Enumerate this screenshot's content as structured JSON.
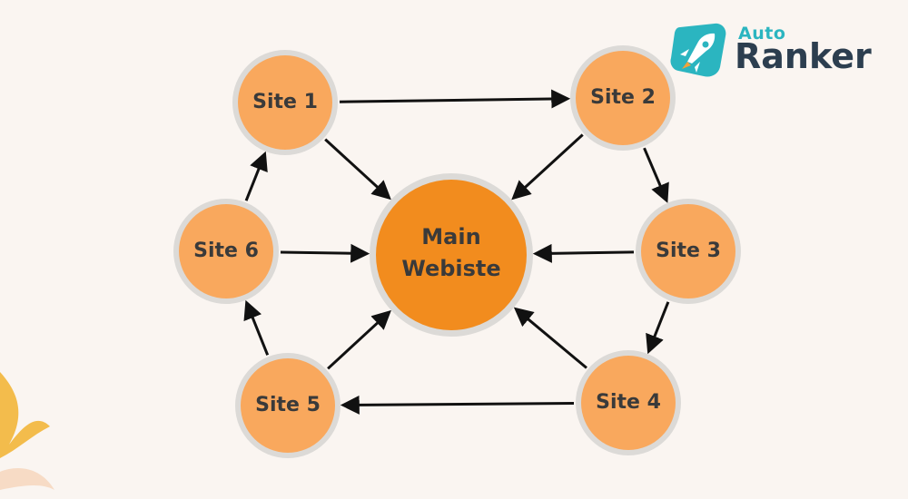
{
  "brand": {
    "small_text": "Auto",
    "large_text": "Ranker",
    "colors": {
      "teal": "#2bb5c0",
      "dark": "#2c3e4f"
    },
    "icon": "rocket-icon"
  },
  "colors": {
    "background": "#faf5f1",
    "site_fill": "#f9a85d",
    "main_fill": "#f28c1e",
    "ring": "#dcdad7",
    "arrow": "#111111",
    "text": "#3a3a3a"
  },
  "nodes": {
    "main": {
      "label_line1": "Main",
      "label_line2": "Webiste"
    },
    "site1": {
      "label": "Site 1"
    },
    "site2": {
      "label": "Site 2"
    },
    "site3": {
      "label": "Site 3"
    },
    "site4": {
      "label": "Site 4"
    },
    "site5": {
      "label": "Site 5"
    },
    "site6": {
      "label": "Site 6"
    }
  },
  "edges": [
    {
      "from": "site1",
      "to": "site2"
    },
    {
      "from": "site2",
      "to": "site3"
    },
    {
      "from": "site3",
      "to": "site4"
    },
    {
      "from": "site4",
      "to": "site5"
    },
    {
      "from": "site5",
      "to": "site6"
    },
    {
      "from": "site6",
      "to": "site1"
    },
    {
      "from": "site1",
      "to": "main"
    },
    {
      "from": "site2",
      "to": "main"
    },
    {
      "from": "site3",
      "to": "main"
    },
    {
      "from": "site4",
      "to": "main"
    },
    {
      "from": "site5",
      "to": "main"
    },
    {
      "from": "site6",
      "to": "main"
    }
  ]
}
